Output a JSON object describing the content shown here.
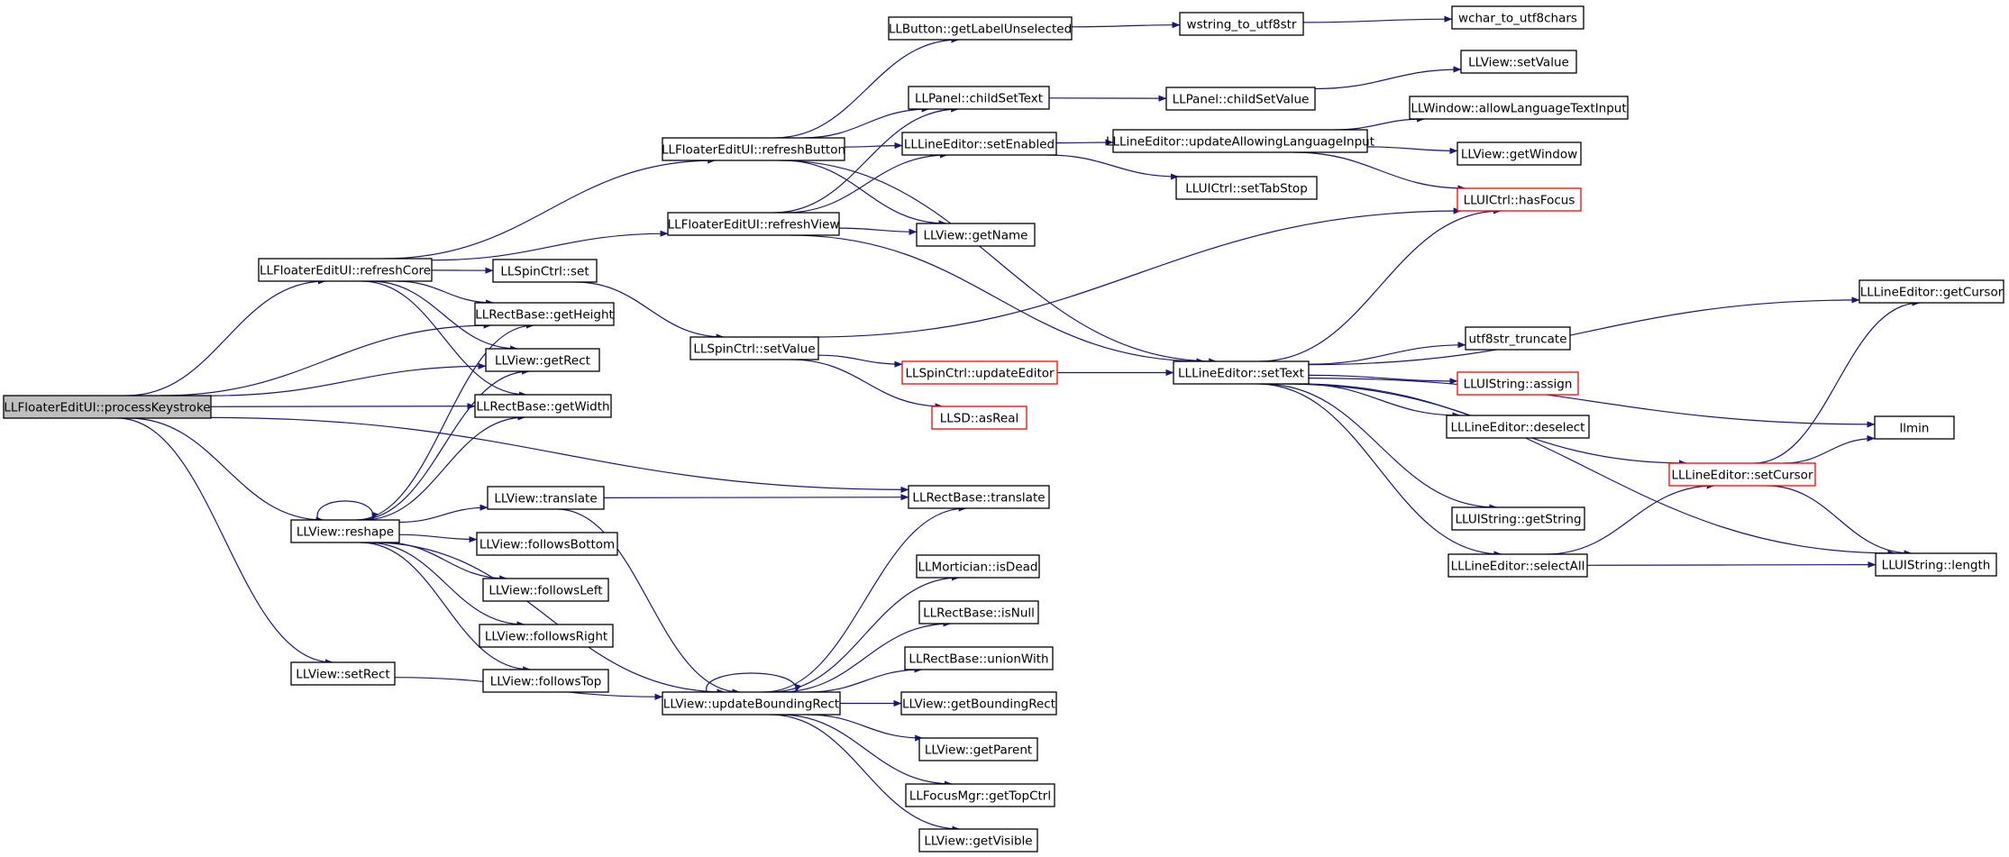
{
  "colors": {
    "edge": "#191970",
    "normal_border": "#000000",
    "truncated_border": "#ff0000",
    "root_fill": "#bfbfbf",
    "node_fill": "#ffffff"
  },
  "nodes": [
    {
      "id": "processKeystroke",
      "label": "LLFloaterEditUI::processKeystroke",
      "kind": "root"
    },
    {
      "id": "refreshCore",
      "label": "LLFloaterEditUI::refreshCore",
      "kind": "normal"
    },
    {
      "id": "getHeight",
      "label": "LLRectBase::getHeight",
      "kind": "normal"
    },
    {
      "id": "getRect",
      "label": "LLView::getRect",
      "kind": "normal"
    },
    {
      "id": "getWidth",
      "label": "LLRectBase::getWidth",
      "kind": "normal"
    },
    {
      "id": "reshape",
      "label": "LLView::reshape",
      "kind": "normal"
    },
    {
      "id": "setRect",
      "label": "LLView::setRect",
      "kind": "normal"
    },
    {
      "id": "rectTranslate",
      "label": "LLRectBase::translate",
      "kind": "normal"
    },
    {
      "id": "refreshButton",
      "label": "LLFloaterEditUI::refreshButton",
      "kind": "normal"
    },
    {
      "id": "refreshView",
      "label": "LLFloaterEditUI::refreshView",
      "kind": "normal"
    },
    {
      "id": "spinSet",
      "label": "LLSpinCtrl::set",
      "kind": "normal"
    },
    {
      "id": "getLabelUnselected",
      "label": "LLButton::getLabelUnselected",
      "kind": "normal"
    },
    {
      "id": "childSetText",
      "label": "LLPanel::childSetText",
      "kind": "normal"
    },
    {
      "id": "setEnabled",
      "label": "LLLineEditor::setEnabled",
      "kind": "normal"
    },
    {
      "id": "setText",
      "label": "LLLineEditor::setText",
      "kind": "normal"
    },
    {
      "id": "getName",
      "label": "LLView::getName",
      "kind": "normal"
    },
    {
      "id": "spinSetValue",
      "label": "LLSpinCtrl::setValue",
      "kind": "normal"
    },
    {
      "id": "updateEditor",
      "label": "LLSpinCtrl::updateEditor",
      "kind": "truncated"
    },
    {
      "id": "asReal",
      "label": "LLSD::asReal",
      "kind": "truncated"
    },
    {
      "id": "hasFocus",
      "label": "LLUICtrl::hasFocus",
      "kind": "truncated"
    },
    {
      "id": "viewTranslate",
      "label": "LLView::translate",
      "kind": "normal"
    },
    {
      "id": "followsBottom",
      "label": "LLView::followsBottom",
      "kind": "normal"
    },
    {
      "id": "followsLeft",
      "label": "LLView::followsLeft",
      "kind": "normal"
    },
    {
      "id": "followsRight",
      "label": "LLView::followsRight",
      "kind": "normal"
    },
    {
      "id": "followsTop",
      "label": "LLView::followsTop",
      "kind": "normal"
    },
    {
      "id": "updateBoundingRect",
      "label": "LLView::updateBoundingRect",
      "kind": "normal"
    },
    {
      "id": "isDead",
      "label": "LLMortician::isDead",
      "kind": "normal"
    },
    {
      "id": "isNull",
      "label": "LLRectBase::isNull",
      "kind": "normal"
    },
    {
      "id": "unionWith",
      "label": "LLRectBase::unionWith",
      "kind": "normal"
    },
    {
      "id": "getBoundingRect",
      "label": "LLView::getBoundingRect",
      "kind": "normal"
    },
    {
      "id": "getParent",
      "label": "LLView::getParent",
      "kind": "normal"
    },
    {
      "id": "getTopCtrl",
      "label": "LLFocusMgr::getTopCtrl",
      "kind": "normal"
    },
    {
      "id": "getVisible",
      "label": "LLView::getVisible",
      "kind": "normal"
    },
    {
      "id": "wstringToUtf8",
      "label": "wstring_to_utf8str",
      "kind": "normal"
    },
    {
      "id": "wcharToUtf8",
      "label": "wchar_to_utf8chars",
      "kind": "normal"
    },
    {
      "id": "viewSetValue",
      "label": "LLView::setValue",
      "kind": "normal"
    },
    {
      "id": "childSetValue",
      "label": "LLPanel::childSetValue",
      "kind": "normal"
    },
    {
      "id": "allowLanguageTextInput",
      "label": "LLWindow::allowLanguageTextInput",
      "kind": "normal"
    },
    {
      "id": "updateAllowingLanguageInput",
      "label": "LLLineEditor::updateAllowingLanguageInput",
      "kind": "normal"
    },
    {
      "id": "getWindow",
      "label": "LLView::getWindow",
      "kind": "normal"
    },
    {
      "id": "setTabStop",
      "label": "LLUICtrl::setTabStop",
      "kind": "normal"
    },
    {
      "id": "getCursor",
      "label": "LLLineEditor::getCursor",
      "kind": "normal"
    },
    {
      "id": "utf8strTruncate",
      "label": "utf8str_truncate",
      "kind": "normal"
    },
    {
      "id": "uiStringAssign",
      "label": "LLUIString::assign",
      "kind": "truncated"
    },
    {
      "id": "deselect",
      "label": "LLLineEditor::deselect",
      "kind": "normal"
    },
    {
      "id": "llmin",
      "label": "llmin",
      "kind": "normal"
    },
    {
      "id": "setCursor",
      "label": "LLLineEditor::setCursor",
      "kind": "truncated"
    },
    {
      "id": "getString",
      "label": "LLUIString::getString",
      "kind": "normal"
    },
    {
      "id": "selectAll",
      "label": "LLLineEditor::selectAll",
      "kind": "normal"
    },
    {
      "id": "uiStringLength",
      "label": "LLUIString::length",
      "kind": "normal"
    }
  ],
  "edges": [
    [
      "processKeystroke",
      "refreshCore"
    ],
    [
      "processKeystroke",
      "getHeight"
    ],
    [
      "processKeystroke",
      "getRect"
    ],
    [
      "processKeystroke",
      "getWidth"
    ],
    [
      "processKeystroke",
      "reshape"
    ],
    [
      "processKeystroke",
      "rectTranslate"
    ],
    [
      "processKeystroke",
      "setRect"
    ],
    [
      "refreshCore",
      "refreshButton"
    ],
    [
      "refreshCore",
      "refreshView"
    ],
    [
      "refreshCore",
      "spinSet"
    ],
    [
      "refreshCore",
      "getHeight"
    ],
    [
      "refreshCore",
      "getRect"
    ],
    [
      "refreshCore",
      "getWidth"
    ],
    [
      "refreshButton",
      "getLabelUnselected"
    ],
    [
      "refreshButton",
      "childSetText"
    ],
    [
      "refreshButton",
      "setEnabled"
    ],
    [
      "refreshButton",
      "getName"
    ],
    [
      "refreshButton",
      "setText"
    ],
    [
      "refreshView",
      "childSetText"
    ],
    [
      "refreshView",
      "setEnabled"
    ],
    [
      "refreshView",
      "getName"
    ],
    [
      "refreshView",
      "setText"
    ],
    [
      "spinSet",
      "spinSetValue"
    ],
    [
      "spinSetValue",
      "updateEditor"
    ],
    [
      "spinSetValue",
      "asReal"
    ],
    [
      "spinSetValue",
      "hasFocus"
    ],
    [
      "updateEditor",
      "setText"
    ],
    [
      "getLabelUnselected",
      "wstringToUtf8"
    ],
    [
      "wstringToUtf8",
      "wcharToUtf8"
    ],
    [
      "childSetText",
      "childSetValue"
    ],
    [
      "childSetValue",
      "viewSetValue"
    ],
    [
      "setEnabled",
      "updateAllowingLanguageInput"
    ],
    [
      "setEnabled",
      "setTabStop"
    ],
    [
      "updateAllowingLanguageInput",
      "allowLanguageTextInput"
    ],
    [
      "updateAllowingLanguageInput",
      "getWindow"
    ],
    [
      "updateAllowingLanguageInput",
      "hasFocus"
    ],
    [
      "setText",
      "hasFocus"
    ],
    [
      "setText",
      "getCursor"
    ],
    [
      "setText",
      "llmin"
    ],
    [
      "setText",
      "utf8strTruncate"
    ],
    [
      "setText",
      "uiStringAssign"
    ],
    [
      "setText",
      "deselect"
    ],
    [
      "setText",
      "setCursor"
    ],
    [
      "setText",
      "getString"
    ],
    [
      "setText",
      "selectAll"
    ],
    [
      "setText",
      "uiStringLength"
    ],
    [
      "setCursor",
      "getCursor"
    ],
    [
      "setCursor",
      "llmin"
    ],
    [
      "setCursor",
      "uiStringLength"
    ],
    [
      "selectAll",
      "setCursor"
    ],
    [
      "selectAll",
      "uiStringLength"
    ],
    [
      "reshape",
      "reshape"
    ],
    [
      "reshape",
      "getHeight"
    ],
    [
      "reshape",
      "getRect"
    ],
    [
      "reshape",
      "getWidth"
    ],
    [
      "reshape",
      "viewTranslate"
    ],
    [
      "reshape",
      "followsBottom"
    ],
    [
      "reshape",
      "followsLeft"
    ],
    [
      "reshape",
      "followsRight"
    ],
    [
      "reshape",
      "followsTop"
    ],
    [
      "reshape",
      "updateBoundingRect"
    ],
    [
      "viewTranslate",
      "rectTranslate"
    ],
    [
      "viewTranslate",
      "updateBoundingRect"
    ],
    [
      "setRect",
      "updateBoundingRect"
    ],
    [
      "updateBoundingRect",
      "updateBoundingRect"
    ],
    [
      "updateBoundingRect",
      "rectTranslate"
    ],
    [
      "updateBoundingRect",
      "isDead"
    ],
    [
      "updateBoundingRect",
      "isNull"
    ],
    [
      "updateBoundingRect",
      "unionWith"
    ],
    [
      "updateBoundingRect",
      "getBoundingRect"
    ],
    [
      "updateBoundingRect",
      "getParent"
    ],
    [
      "updateBoundingRect",
      "getTopCtrl"
    ],
    [
      "updateBoundingRect",
      "getVisible"
    ]
  ]
}
